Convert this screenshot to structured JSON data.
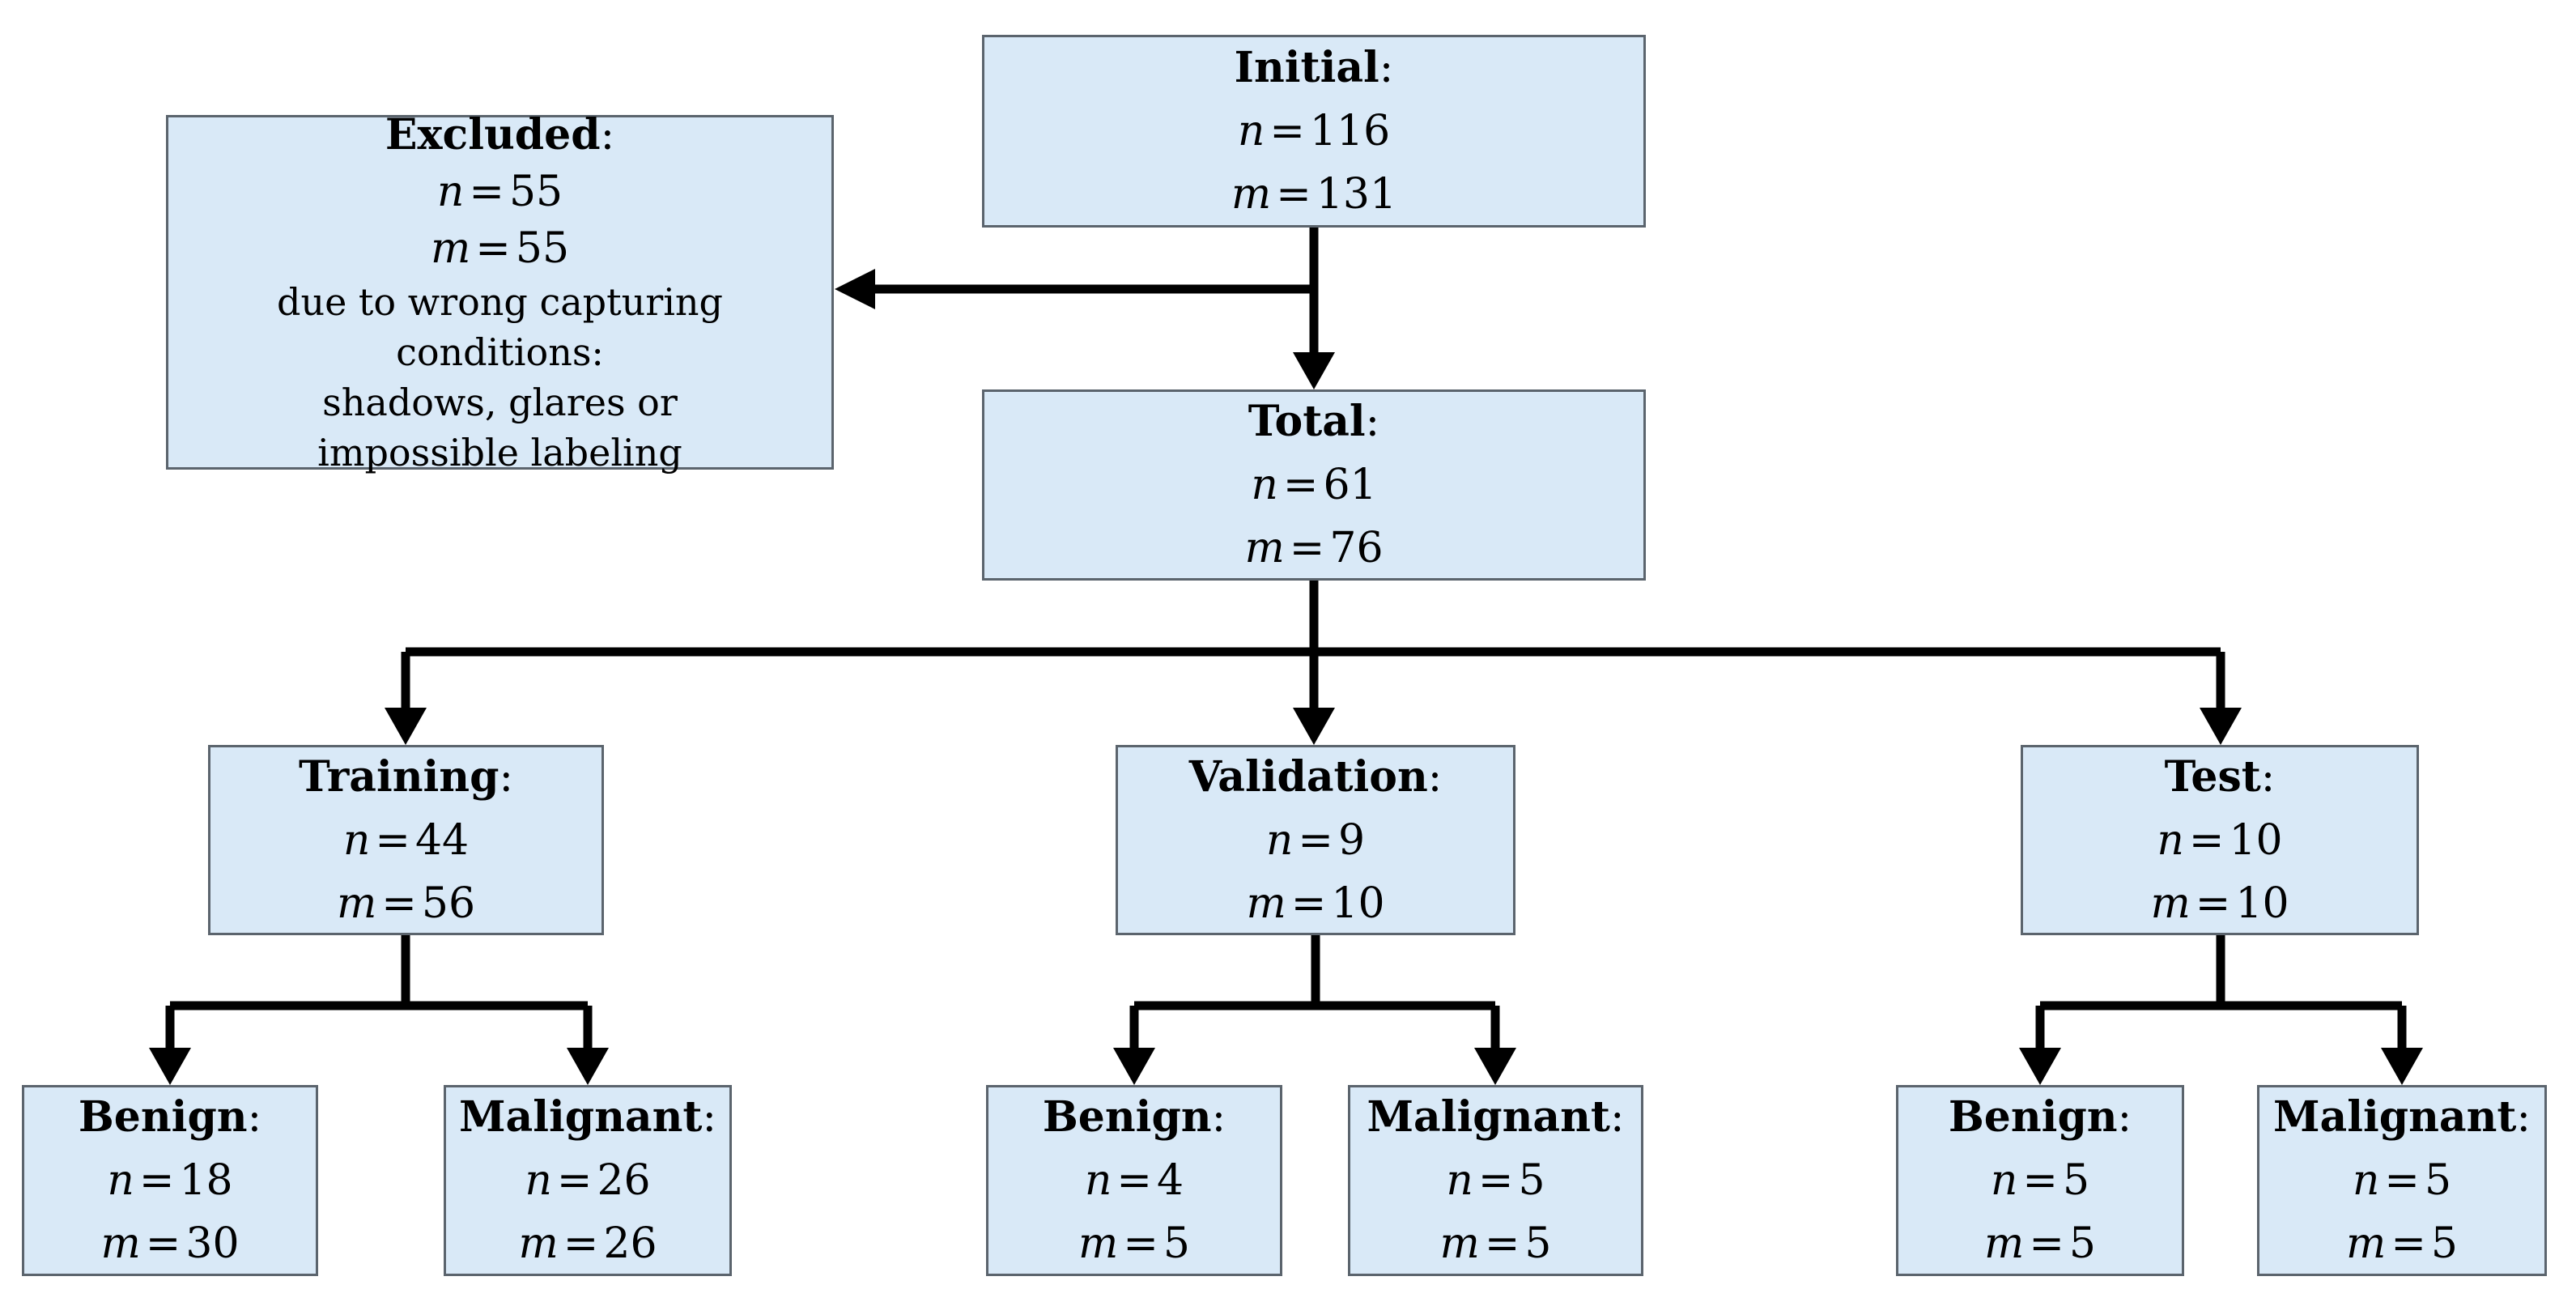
{
  "diagram": {
    "description": "Dataset split flowchart",
    "colors": {
      "box_fill": "#d9e9f7",
      "box_border": "#5b646d",
      "connector": "#000000",
      "background": "#ffffff",
      "text": "#000000"
    },
    "punct": {
      "colon": ":",
      "eq": "="
    },
    "nodes": [
      {
        "id": "initial",
        "label": "Initial",
        "rows": [
          {
            "var": "n",
            "value": "116"
          },
          {
            "var": "m",
            "value": "131"
          }
        ]
      },
      {
        "id": "excluded",
        "label": "Excluded",
        "rows": [
          {
            "var": "n",
            "value": "55"
          },
          {
            "var": "m",
            "value": "55"
          }
        ],
        "note_lines": [
          "due to wrong capturing conditions:",
          "shadows, glares or",
          "impossible labeling"
        ]
      },
      {
        "id": "total",
        "label": "Total",
        "rows": [
          {
            "var": "n",
            "value": "61"
          },
          {
            "var": "m",
            "value": "76"
          }
        ]
      },
      {
        "id": "training",
        "label": "Training",
        "rows": [
          {
            "var": "n",
            "value": "44"
          },
          {
            "var": "m",
            "value": "56"
          }
        ]
      },
      {
        "id": "validation",
        "label": "Validation",
        "rows": [
          {
            "var": "n",
            "value": "9"
          },
          {
            "var": "m",
            "value": "10"
          }
        ]
      },
      {
        "id": "test",
        "label": "Test",
        "rows": [
          {
            "var": "n",
            "value": "10"
          },
          {
            "var": "m",
            "value": "10"
          }
        ]
      },
      {
        "id": "benign-training",
        "label": "Benign",
        "rows": [
          {
            "var": "n",
            "value": "18"
          },
          {
            "var": "m",
            "value": "30"
          }
        ]
      },
      {
        "id": "malignant-training",
        "label": "Malignant",
        "rows": [
          {
            "var": "n",
            "value": "26"
          },
          {
            "var": "m",
            "value": "26"
          }
        ]
      },
      {
        "id": "benign-validation",
        "label": "Benign",
        "rows": [
          {
            "var": "n",
            "value": "4"
          },
          {
            "var": "m",
            "value": "5"
          }
        ]
      },
      {
        "id": "malignant-validation",
        "label": "Malignant",
        "rows": [
          {
            "var": "n",
            "value": "5"
          },
          {
            "var": "m",
            "value": "5"
          }
        ]
      },
      {
        "id": "benign-test",
        "label": "Benign",
        "rows": [
          {
            "var": "n",
            "value": "5"
          },
          {
            "var": "m",
            "value": "5"
          }
        ]
      },
      {
        "id": "malignant-test",
        "label": "Malignant",
        "rows": [
          {
            "var": "n",
            "value": "5"
          },
          {
            "var": "m",
            "value": "5"
          }
        ]
      }
    ]
  }
}
